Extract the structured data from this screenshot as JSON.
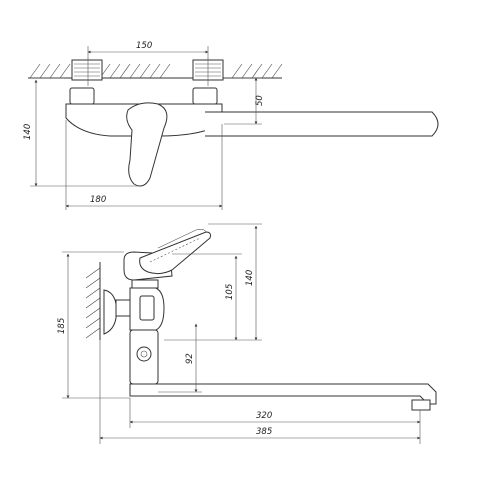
{
  "dimensions": {
    "top_view": {
      "spacing": "150",
      "wall_offset": "50",
      "height": "140",
      "width": "180"
    },
    "side_view": {
      "height_lever": "140",
      "body_height": "105",
      "outlet_height": "92",
      "total_height": "185",
      "spout_reach": "320",
      "total_length": "385"
    }
  }
}
